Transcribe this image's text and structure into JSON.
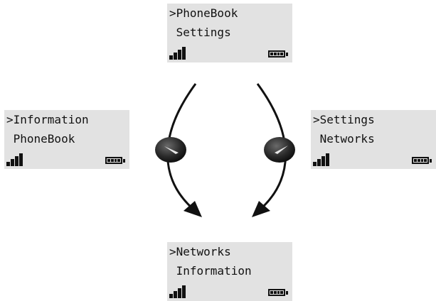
{
  "screens": {
    "top": {
      "line1": ">PhoneBook",
      "line2": " Settings"
    },
    "left": {
      "line1": ">Information",
      "line2": " PhoneBook"
    },
    "right": {
      "line1": ">Settings",
      "line2": " Networks"
    },
    "bottom": {
      "line1": ">Networks",
      "line2": " Information"
    }
  },
  "icons": {
    "signal": "signal-strength-icon",
    "battery": "battery-icon",
    "knob": "rotary-knob-icon"
  },
  "colors": {
    "screen_bg": "#e2e2e2",
    "ink": "#111111"
  }
}
